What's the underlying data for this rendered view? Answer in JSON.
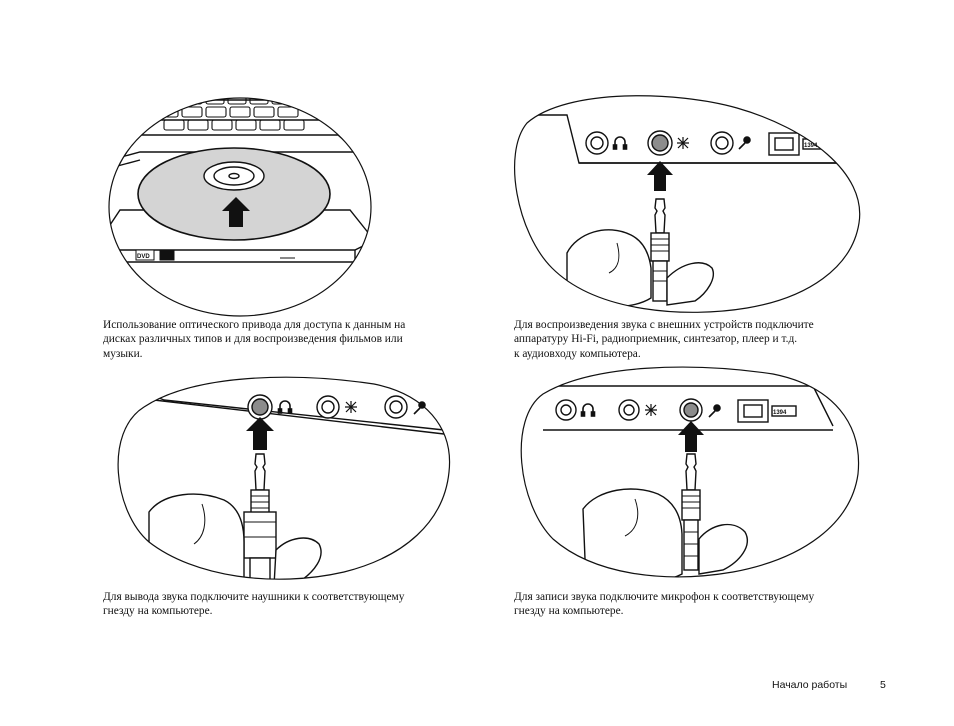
{
  "captions": {
    "optical_drive": [
      "Использование оптического привода для доступа к данным на",
      "дисках различных типов и для воспроизведения фильмов или",
      "музыки."
    ],
    "audio_in": [
      "Для воспроизведения звука с внешних устройств подключите",
      "аппаратуру Hi-Fi, радиоприемник, синтезатор, плеер и т.д.",
      "к аудиовходу компьютера."
    ],
    "headphones": [
      "Для вывода звука подключите наушники к соответствующему",
      "гнезду на компьютере."
    ],
    "microphone": [
      "Для записи звука подключите микрофон к соответствующему",
      "гнезду на компьютере."
    ]
  },
  "labels": {
    "disc_logo": "DVD",
    "firewire_port": "1394"
  },
  "footer": {
    "section_title": "Начало работы",
    "page_number": "5"
  }
}
